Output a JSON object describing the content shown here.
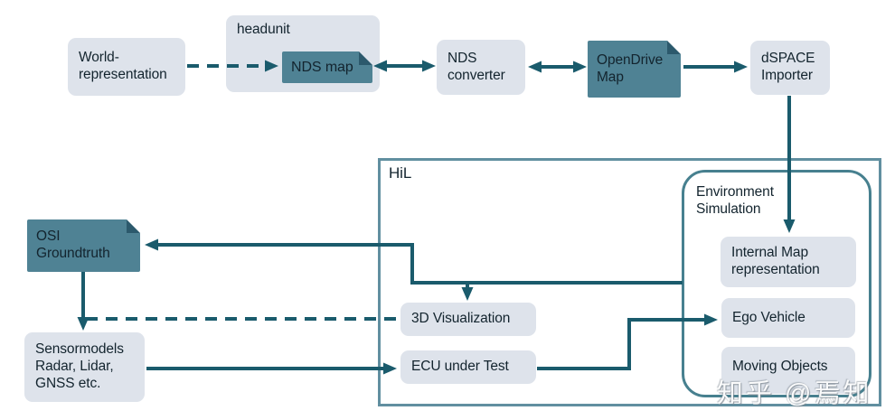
{
  "watermark": "知乎 @焉知",
  "colors": {
    "node_fill_light": "#DEE3EB",
    "node_fill_teal": "#4F8294",
    "fold_teal_dark": "#2C596C",
    "arrow": "#1A5B6C",
    "hil_border": "#618FA0",
    "env_sim_border": "#47808F",
    "text": "#13242E"
  },
  "nodes": {
    "world": "World-\nrepresentation",
    "headunit": "headunit",
    "nds_map": "NDS map",
    "nds_converter": "NDS\nconverter",
    "opendrive_map": "OpenDrive\nMap",
    "dspace_importer": "dSPACE\nImporter",
    "hil": "HiL",
    "environment_simulation": "Environment\nSimulation",
    "internal_map": "Internal Map\nrepresentation",
    "ego_vehicle": "Ego Vehicle",
    "moving_objects": "Moving Objects",
    "visualization_3d": "3D Visualization",
    "ecu_under_test": "ECU under Test",
    "osi_groundtruth": "OSI\nGroundtruth",
    "sensormodels": "Sensormodels\nRadar, Lidar,\nGNSS etc."
  },
  "edges": [
    {
      "from": "world",
      "to": "nds_map",
      "style": "dashed",
      "arrow": "forward"
    },
    {
      "from": "nds_map",
      "to": "nds_converter",
      "style": "solid",
      "arrow": "both"
    },
    {
      "from": "nds_converter",
      "to": "opendrive_map",
      "style": "solid",
      "arrow": "both"
    },
    {
      "from": "opendrive_map",
      "to": "dspace_importer",
      "style": "solid",
      "arrow": "forward"
    },
    {
      "from": "dspace_importer",
      "to": "internal_map",
      "style": "solid",
      "arrow": "forward"
    },
    {
      "from": "environment_simulation",
      "to": "osi_groundtruth",
      "style": "solid",
      "arrow": "forward"
    },
    {
      "from": "environment_simulation",
      "to": "visualization_3d",
      "style": "solid",
      "arrow": "forward"
    },
    {
      "from": "osi_groundtruth",
      "to": "sensormodels",
      "style": "solid",
      "arrow": "forward"
    },
    {
      "from": "osi_groundtruth",
      "to": "visualization_3d",
      "style": "dashed",
      "arrow": "none"
    },
    {
      "from": "sensormodels",
      "to": "ecu_under_test",
      "style": "solid",
      "arrow": "forward"
    },
    {
      "from": "ecu_under_test",
      "to": "ego_vehicle",
      "style": "solid",
      "arrow": "forward"
    }
  ]
}
